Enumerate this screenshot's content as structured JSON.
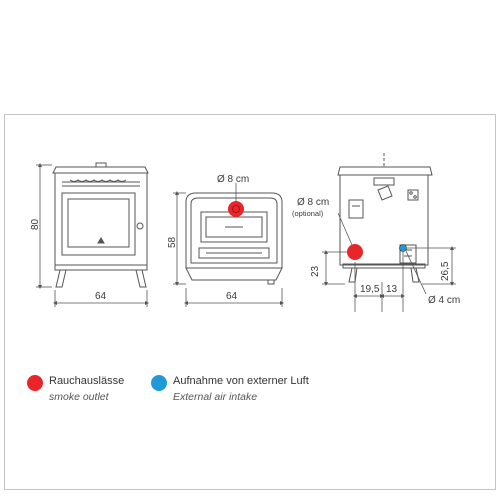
{
  "front_view": {
    "height_label": "80",
    "width_label": "64"
  },
  "top_view": {
    "pipe_label": "Ø 8 cm",
    "height_label": "58",
    "width_label": "64"
  },
  "side_view": {
    "pipe_label": "Ø 8 cm",
    "pipe_note": "(optional)",
    "outlet_height_label": "23",
    "intake_height_label": "26,5",
    "left_offset_label": "19,5",
    "gap_label": "13",
    "intake_diameter_label": "Ø 4 cm"
  },
  "legend": [
    {
      "label_de": "Rauchauslässe",
      "label_en": "smoke outlet",
      "color": "#e8262a"
    },
    {
      "label_de": "Aufnahme von externer Luft",
      "label_en": "External air intake",
      "color": "#1f9ad6"
    }
  ],
  "colors": {
    "line": "#555555",
    "smoke_outlet": "#e8262a",
    "air_intake": "#1f9ad6",
    "frame": "#c4c4c4"
  }
}
